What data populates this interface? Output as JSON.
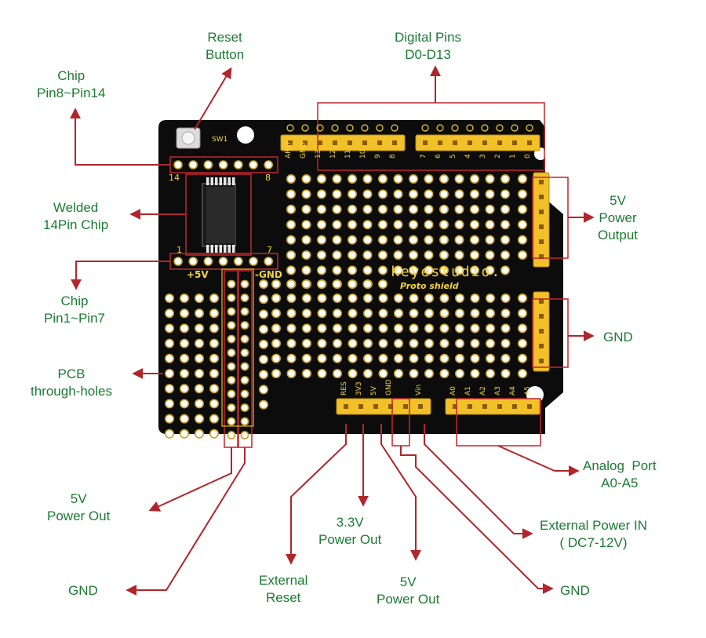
{
  "colors": {
    "label": "#1d7a33",
    "arrow": "#b0262c",
    "board": "#0c0c0c",
    "header": "#f2c12a",
    "silkscreen": "#f5d33a",
    "hole": "#ffffff"
  },
  "labels": {
    "reset_button": [
      "Reset",
      "Button"
    ],
    "digital_pins": [
      "Digital Pins",
      "D0-D13"
    ],
    "chip_pin8_14": [
      "Chip",
      "Pin8~Pin14"
    ],
    "welded_chip": [
      "Welded",
      "14Pin Chip"
    ],
    "chip_pin1_7": [
      "Chip",
      "Pin1~Pin7"
    ],
    "pcb_holes": [
      "PCB",
      "through-holes"
    ],
    "power_output_5v": [
      "5V",
      "Power",
      "Output"
    ],
    "gnd_right": [
      "GND"
    ],
    "analog_port": [
      "Analog  Port",
      "A0-A5"
    ],
    "external_power": [
      "External Power IN",
      "( DC7-12V)"
    ],
    "gnd_bottom_right": [
      "GND"
    ],
    "power_out_5v_bottom": [
      "5V",
      "Power Out"
    ],
    "power_out_3v3": [
      "3.3V",
      "Power Out"
    ],
    "external_reset": [
      "External",
      "Reset"
    ],
    "power_out_5v_left": [
      "5V",
      "Power Out"
    ],
    "gnd_bottom_left": [
      "GND"
    ]
  },
  "board": {
    "brand": "keyestudio.",
    "model": "Proto shield",
    "switch_label": "SW1",
    "chip_top_left": "14",
    "chip_top_right": "8",
    "chip_bottom_left": "1",
    "chip_bottom_right": "7",
    "rail_plus": "+5V",
    "rail_minus": "-GND",
    "digital_header_left": [
      "AREF",
      "GND",
      "13",
      "12",
      "11",
      "10",
      "9",
      "8"
    ],
    "digital_header_right": [
      "7",
      "6",
      "5",
      "4",
      "3",
      "2",
      "1",
      "0"
    ],
    "power_header": [
      "RES",
      "3V3",
      "5V",
      "GND",
      "",
      "Vin"
    ],
    "analog_header": [
      "A0",
      "A1",
      "A2",
      "A3",
      "A4",
      "A5"
    ]
  }
}
